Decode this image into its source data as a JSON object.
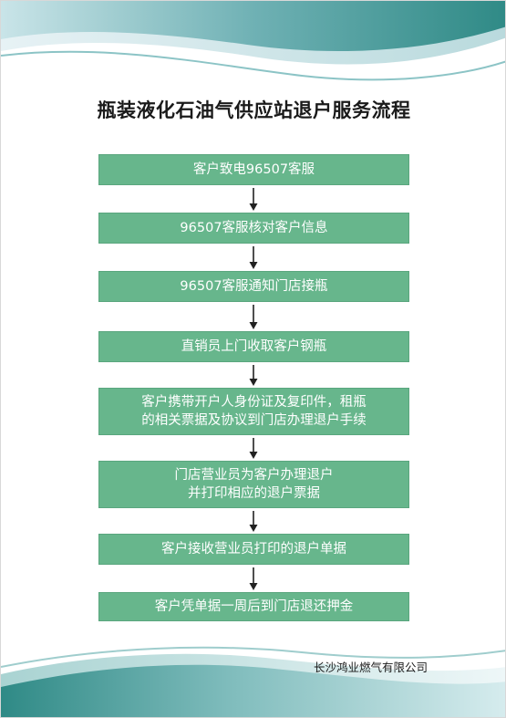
{
  "title": "瓶装液化石油气供应站退户服务流程",
  "steps": [
    "客户致电96507客服",
    "96507客服核对客户信息",
    "96507客服通知门店接瓶",
    "直销员上门收取客户钢瓶",
    "客户携带开户人身份证及复印件，租瓶\n的相关票据及协议到门店办理退户手续",
    "门店营业员为客户办理退户\n并打印相应的退户票据",
    "客户接收营业员打印的退户单据",
    "客户凭单据一周后到门店退还押金"
  ],
  "company": "长沙鸿业燃气有限公司",
  "colors": {
    "step_fill": "#67b68c",
    "wave_dark": "#3a8e8a",
    "wave_light": "#a9d3d2",
    "arrow": "#222222"
  }
}
